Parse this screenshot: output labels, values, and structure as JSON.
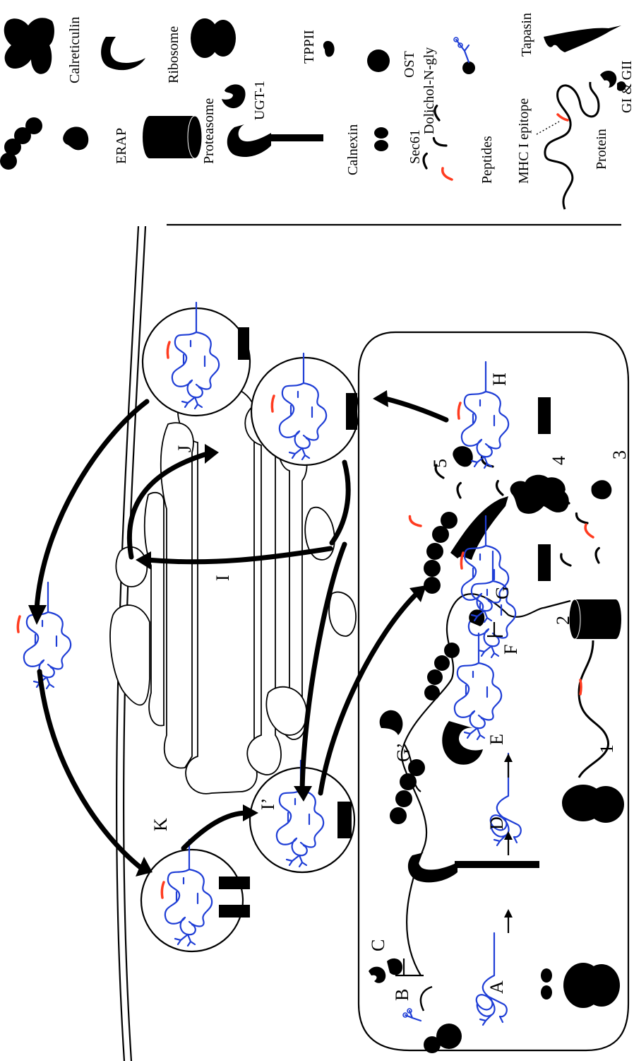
{
  "legend": {
    "calreticulin": "Calreticulin",
    "ribosome": "Ribosome",
    "tppii": "TPPII",
    "ugt1": "UGT-1",
    "erap": "ERAP",
    "proteasome": "Proteasome",
    "calnexin": "Calnexin",
    "sec61": "Sec61",
    "ost": "OST",
    "dolichol": "Dolichol-N-gly",
    "peptides": "Peptides",
    "tapasin": "Tapasin",
    "mhc_epitope": "MHC I epitope",
    "protein": "Protein",
    "glucosidases": "GI & GII"
  },
  "steps": {
    "A": "A",
    "B": "B",
    "C": "C",
    "D": "D",
    "E": "E",
    "F": "F",
    "G": "G",
    "G_prime": "G’",
    "H": "H",
    "I": "I",
    "I_prime": "I’",
    "J": "J",
    "K": "K"
  },
  "numbers": {
    "n1": "1",
    "n2": "2",
    "n3": "3",
    "n4": "4",
    "n5": "5"
  },
  "colors": {
    "glycoprotein": "#1f3ed6",
    "epitope": "#ff3b1f",
    "ink": "#000000"
  }
}
